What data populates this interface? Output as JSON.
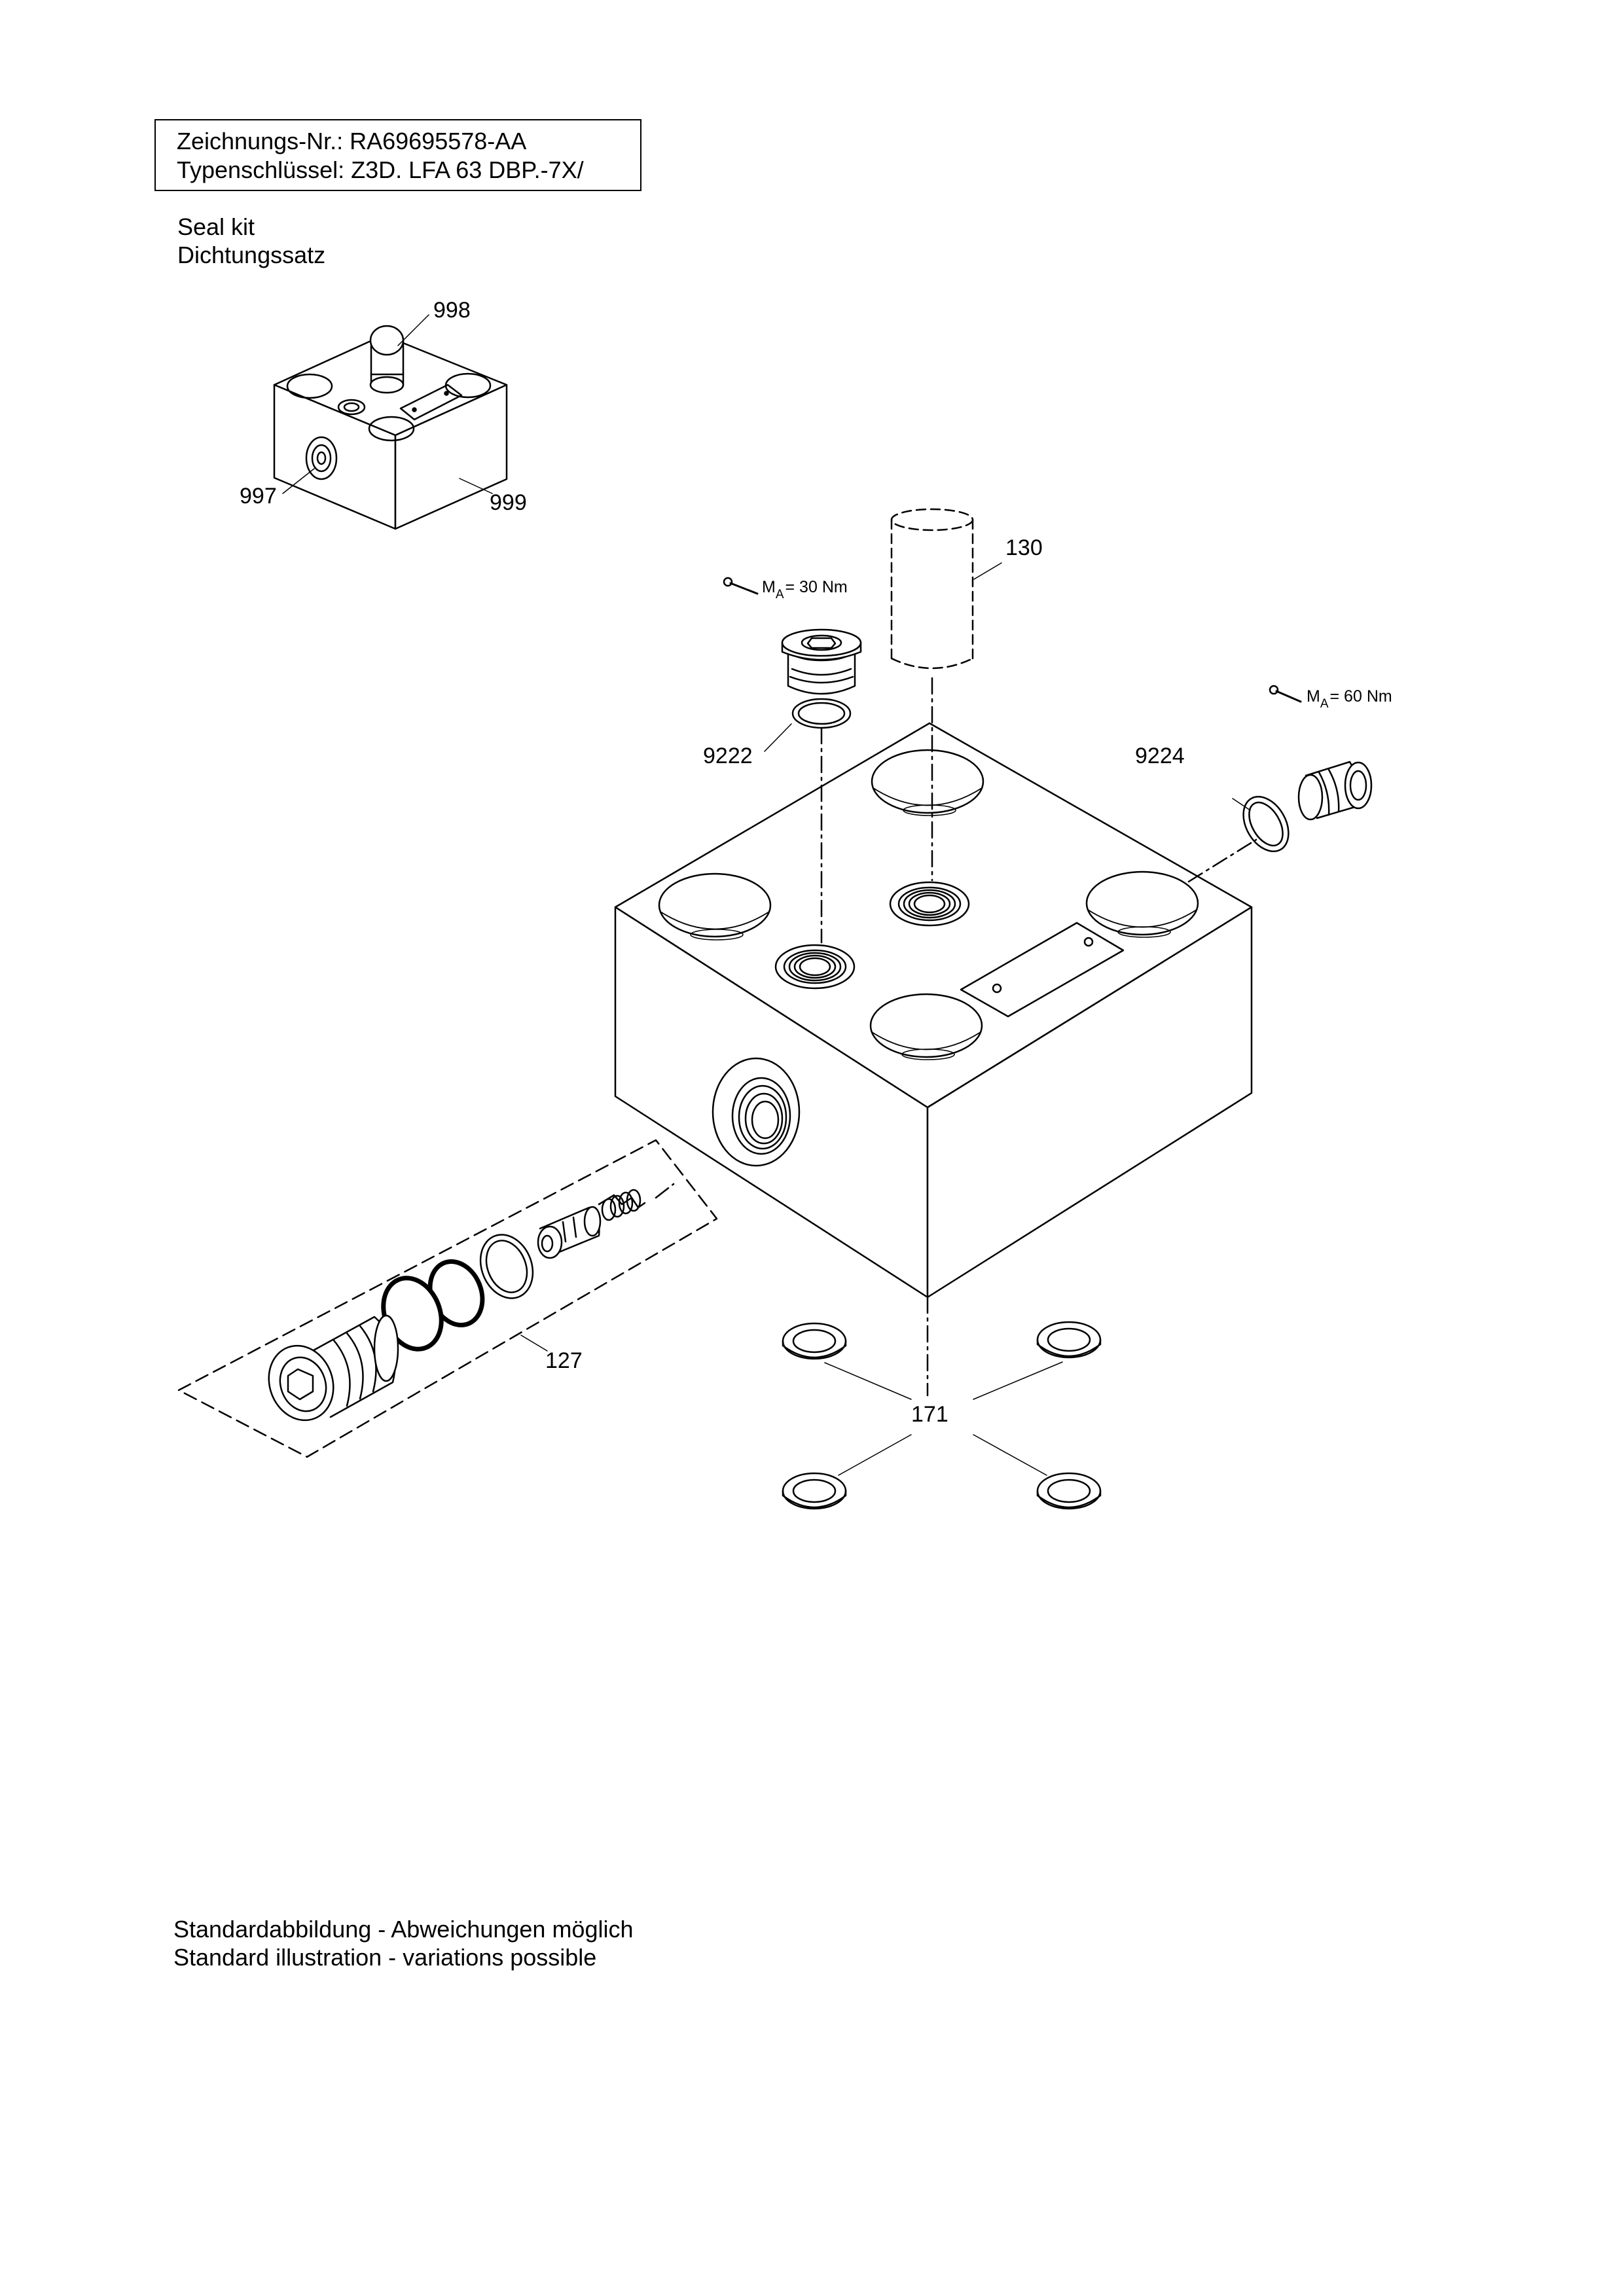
{
  "header": {
    "drawing_number": "Zeichnungs-Nr.: RA69695578-AA",
    "type_code": "Typenschlüssel: Z3D. LFA 63 DBP.-7X/"
  },
  "kit": {
    "label_en": "Seal kit",
    "label_de": "Dichtungssatz"
  },
  "callouts": {
    "seal_kit_top": "998",
    "seal_kit_left": "997",
    "seal_kit_right": "999",
    "cylinder": "130",
    "plug_oring_small": "9222",
    "plug_oring_side": "9224",
    "cartridge_insert": "127",
    "bottom_seal_rings": "171"
  },
  "torque": {
    "top_plug": {
      "symbol": "M",
      "subscript": "A",
      "value": "= 30 Nm"
    },
    "side_plug": {
      "symbol": "M",
      "subscript": "A",
      "value": "= 60 Nm"
    }
  },
  "footer": {
    "note_de": "Standardabbildung - Abweichungen möglich",
    "note_en": "Standard illustration - variations possible"
  }
}
